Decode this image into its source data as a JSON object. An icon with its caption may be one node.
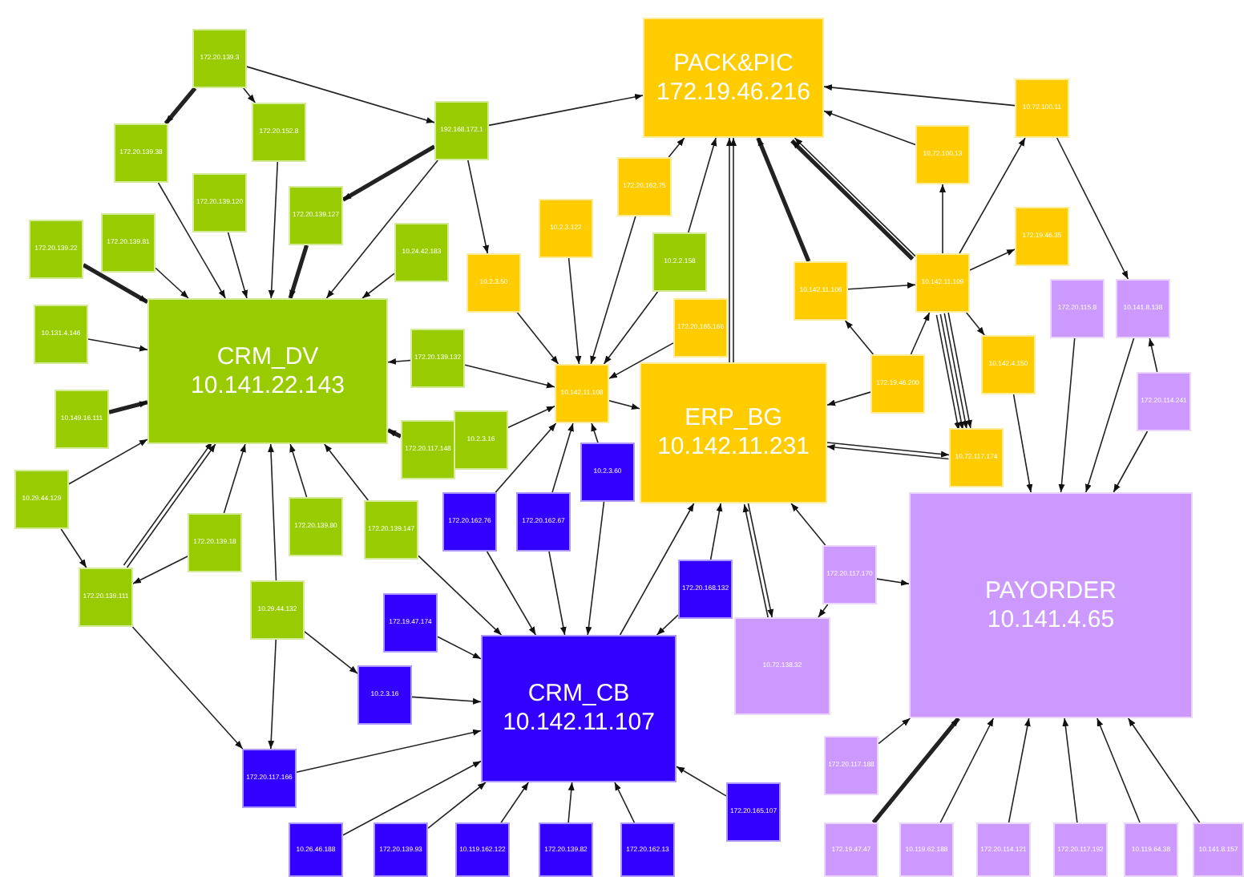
{
  "diagram": {
    "nodes": [
      {
        "text": [
          "PACK&PIC",
          "172.19.46.216"
        ]
      },
      {
        "text": [
          "172.20.139.3"
        ]
      },
      {
        "text": [
          "192.168.172.1"
        ]
      },
      {
        "text": [
          "172.20.152.8"
        ]
      },
      {
        "text": [
          "172.20.139.38"
        ]
      },
      {
        "text": [
          "10.72.100.11"
        ]
      },
      {
        "text": [
          "10.72.100.13"
        ]
      },
      {
        "text": [
          "172.20.162.75"
        ]
      },
      {
        "text": [
          "172.20.139.120"
        ]
      },
      {
        "text": [
          "172.20.139.127"
        ]
      },
      {
        "text": [
          "10.2.3.122"
        ]
      },
      {
        "text": [
          "172.20.139.22"
        ]
      },
      {
        "text": [
          "172.20.139.81"
        ]
      },
      {
        "text": [
          "10.24.42.183"
        ]
      },
      {
        "text": [
          "10.2.2.158"
        ]
      },
      {
        "text": [
          "172.19.46.35"
        ]
      },
      {
        "text": [
          "10.142.11.106"
        ]
      },
      {
        "text": [
          "10.142.11.109"
        ]
      },
      {
        "text": [
          "10.2.3.50"
        ]
      },
      {
        "text": [
          "172.20.115.8"
        ]
      },
      {
        "text": [
          "10.141.8.138"
        ]
      },
      {
        "text": [
          "CRM_DV",
          "10.141.22.143"
        ]
      },
      {
        "text": [
          "10.131.4.146"
        ]
      },
      {
        "text": [
          "172.20.165.166"
        ]
      },
      {
        "text": [
          "172.20.139.132"
        ]
      },
      {
        "text": [
          "10.142.4.150"
        ]
      },
      {
        "text": [
          "172.19.46.200"
        ]
      },
      {
        "text": [
          "10.142.11.108"
        ]
      },
      {
        "text": [
          "ERP_BG",
          "10.142.11.231"
        ]
      },
      {
        "text": [
          "172.20.114.241"
        ]
      },
      {
        "text": [
          "10.149.16.111"
        ]
      },
      {
        "text": [
          "10.2.3.16"
        ]
      },
      {
        "text": [
          "172.20.117.148"
        ]
      },
      {
        "text": [
          "10.72.117.174"
        ]
      },
      {
        "text": [
          "10.2.3.60"
        ]
      },
      {
        "text": [
          "10.29.44.129"
        ]
      },
      {
        "text": [
          "172.20.162.76"
        ]
      },
      {
        "text": [
          "172.20.162.67"
        ]
      },
      {
        "text": [
          "PAYORDER",
          "10.141.4.65"
        ]
      },
      {
        "text": [
          "172.20.139.80"
        ]
      },
      {
        "text": [
          "172.20.139.147"
        ]
      },
      {
        "text": [
          "172.20.139.18"
        ]
      },
      {
        "text": [
          "172.20.117.170"
        ]
      },
      {
        "text": [
          "172.20.168.132"
        ]
      },
      {
        "text": [
          "172.20.139.111"
        ]
      },
      {
        "text": [
          "10.29.44.132"
        ]
      },
      {
        "text": [
          "172.19.47.174"
        ]
      },
      {
        "text": [
          "10.72.138.32"
        ]
      },
      {
        "text": [
          "CRM_CB",
          "10.142.11.107"
        ]
      },
      {
        "text": [
          "10.2.3.16"
        ]
      },
      {
        "text": [
          "172.20.117.188"
        ]
      },
      {
        "text": [
          "172.20.117.166"
        ]
      },
      {
        "text": [
          "172.20.165.107"
        ]
      },
      {
        "text": [
          "10.26.46.188"
        ]
      },
      {
        "text": [
          "172.20.139.93"
        ]
      },
      {
        "text": [
          "10.119.162.122"
        ]
      },
      {
        "text": [
          "172.20.139.82"
        ]
      },
      {
        "text": [
          "172.20.162.13"
        ]
      },
      {
        "text": [
          "172.19.47.47"
        ]
      },
      {
        "text": [
          "10.119.62.188"
        ]
      },
      {
        "text": [
          "172.20.114.121"
        ]
      },
      {
        "text": [
          "172.20.117.192"
        ]
      },
      {
        "text": [
          "10.119.64.38"
        ]
      },
      {
        "text": [
          "10.141.8.157"
        ]
      }
    ],
    "edges": [
      {
        "from": 1,
        "to": 4,
        "arrow": "to",
        "style": "thick"
      },
      {
        "from": 1,
        "to": 3,
        "arrow": "to"
      },
      {
        "from": 1,
        "to": 2,
        "arrow": "to"
      },
      {
        "from": 2,
        "to": 9,
        "arrow": "to",
        "style": "thick"
      },
      {
        "from": 2,
        "to": 21,
        "arrow": "to"
      },
      {
        "from": 2,
        "to": 0,
        "arrow": "to"
      },
      {
        "from": 2,
        "to": 18,
        "arrow": "to"
      },
      {
        "from": 4,
        "to": 21,
        "arrow": "to"
      },
      {
        "from": 3,
        "to": 21,
        "arrow": "to"
      },
      {
        "from": 8,
        "to": 21,
        "arrow": "to"
      },
      {
        "from": 9,
        "to": 21,
        "arrow": "to",
        "style": "thick"
      },
      {
        "from": 11,
        "to": 21,
        "arrow": "to",
        "style": "thick"
      },
      {
        "from": 12,
        "to": 21,
        "arrow": "to"
      },
      {
        "from": 13,
        "to": 21,
        "arrow": "to"
      },
      {
        "from": 22,
        "to": 21,
        "arrow": "to"
      },
      {
        "from": 30,
        "to": 21,
        "arrow": "to",
        "style": "thick"
      },
      {
        "from": 24,
        "to": 21,
        "arrow": "to"
      },
      {
        "from": 32,
        "to": 21,
        "arrow": "to",
        "style": "thick"
      },
      {
        "from": 35,
        "to": 21,
        "arrow": "to"
      },
      {
        "from": 35,
        "to": 44,
        "arrow": "to"
      },
      {
        "from": 41,
        "to": 44,
        "arrow": "to"
      },
      {
        "from": 41,
        "to": 21,
        "arrow": "to"
      },
      {
        "from": 44,
        "to": 21,
        "arrow": "to"
      },
      {
        "from": 44,
        "to": 21,
        "arrow": "to"
      },
      {
        "from": 39,
        "to": 21,
        "arrow": "to"
      },
      {
        "from": 40,
        "to": 21,
        "arrow": "to"
      },
      {
        "from": 45,
        "to": 21,
        "arrow": "to"
      },
      {
        "from": 44,
        "to": 51,
        "arrow": "to"
      },
      {
        "from": 45,
        "to": 51,
        "arrow": "to"
      },
      {
        "from": 45,
        "to": 49,
        "arrow": "to"
      },
      {
        "from": 40,
        "to": 48,
        "arrow": "to"
      },
      {
        "from": 24,
        "to": 27,
        "arrow": "to"
      },
      {
        "from": 18,
        "to": 27,
        "arrow": "to"
      },
      {
        "from": 10,
        "to": 27,
        "arrow": "to"
      },
      {
        "from": 7,
        "to": 27,
        "arrow": "to"
      },
      {
        "from": 7,
        "to": 0,
        "arrow": "to"
      },
      {
        "from": 14,
        "to": 27,
        "arrow": "to"
      },
      {
        "from": 14,
        "to": 0,
        "arrow": "to"
      },
      {
        "from": 23,
        "to": 27,
        "arrow": "to"
      },
      {
        "from": 31,
        "to": 27,
        "arrow": "to"
      },
      {
        "from": 27,
        "to": 28,
        "arrow": "to"
      },
      {
        "from": 36,
        "to": 27,
        "arrow": "to"
      },
      {
        "from": 37,
        "to": 27,
        "arrow": "to"
      },
      {
        "from": 34,
        "to": 27,
        "arrow": "to"
      },
      {
        "from": 28,
        "to": 0,
        "arrow": "to"
      },
      {
        "from": 28,
        "to": 0,
        "arrow": "to"
      },
      {
        "from": 16,
        "to": 0,
        "arrow": "to",
        "style": "thick"
      },
      {
        "from": 16,
        "to": 17,
        "arrow": "to"
      },
      {
        "from": 17,
        "to": 0,
        "arrow": "to"
      },
      {
        "from": 17,
        "to": 0,
        "arrow": "to",
        "style": "thick"
      },
      {
        "from": 17,
        "to": 6,
        "arrow": "to"
      },
      {
        "from": 17,
        "to": 5,
        "arrow": "to"
      },
      {
        "from": 17,
        "to": 15,
        "arrow": "to"
      },
      {
        "from": 17,
        "to": 25,
        "arrow": "to"
      },
      {
        "from": 17,
        "to": 33,
        "arrow": "to"
      },
      {
        "from": 17,
        "to": 33,
        "arrow": "to"
      },
      {
        "from": 17,
        "to": 33,
        "arrow": "to"
      },
      {
        "from": 17,
        "to": 33,
        "arrow": "to"
      },
      {
        "from": 6,
        "to": 0,
        "arrow": "to"
      },
      {
        "from": 5,
        "to": 0,
        "arrow": "to"
      },
      {
        "from": 5,
        "to": 20,
        "arrow": "to"
      },
      {
        "from": 26,
        "to": 16,
        "arrow": "to"
      },
      {
        "from": 26,
        "to": 17,
        "arrow": "to"
      },
      {
        "from": 26,
        "to": 28,
        "arrow": "to"
      },
      {
        "from": 28,
        "to": 33,
        "arrow": "to"
      },
      {
        "from": 33,
        "to": 28,
        "arrow": "to"
      },
      {
        "from": 25,
        "to": 38,
        "arrow": "to"
      },
      {
        "from": 19,
        "to": 38,
        "arrow": "to"
      },
      {
        "from": 20,
        "to": 38,
        "arrow": "to"
      },
      {
        "from": 29,
        "to": 20,
        "arrow": "to"
      },
      {
        "from": 29,
        "to": 38,
        "arrow": "to"
      },
      {
        "from": 36,
        "to": 48,
        "arrow": "to"
      },
      {
        "from": 37,
        "to": 48,
        "arrow": "to"
      },
      {
        "from": 34,
        "to": 48,
        "arrow": "to"
      },
      {
        "from": 48,
        "to": 28,
        "arrow": "to"
      },
      {
        "from": 43,
        "to": 28,
        "arrow": "to"
      },
      {
        "from": 43,
        "to": 48,
        "arrow": "to"
      },
      {
        "from": 28,
        "to": 47,
        "arrow": "to"
      },
      {
        "from": 47,
        "to": 28,
        "arrow": "to"
      },
      {
        "from": 42,
        "to": 28,
        "arrow": "to"
      },
      {
        "from": 42,
        "to": 38,
        "arrow": "to"
      },
      {
        "from": 42,
        "to": 47,
        "arrow": "to"
      },
      {
        "from": 46,
        "to": 48,
        "arrow": "to"
      },
      {
        "from": 49,
        "to": 48,
        "arrow": "to"
      },
      {
        "from": 51,
        "to": 48,
        "arrow": "to"
      },
      {
        "from": 52,
        "to": 48,
        "arrow": "to"
      },
      {
        "from": 53,
        "to": 48,
        "arrow": "to"
      },
      {
        "from": 54,
        "to": 48,
        "arrow": "to"
      },
      {
        "from": 55,
        "to": 48,
        "arrow": "to"
      },
      {
        "from": 56,
        "to": 48,
        "arrow": "to"
      },
      {
        "from": 57,
        "to": 48,
        "arrow": "to"
      },
      {
        "from": 50,
        "to": 38,
        "arrow": "to"
      },
      {
        "from": 58,
        "to": 38,
        "arrow": "to",
        "style": "thick"
      },
      {
        "from": 59,
        "to": 38,
        "arrow": "to"
      },
      {
        "from": 60,
        "to": 38,
        "arrow": "to"
      },
      {
        "from": 61,
        "to": 38,
        "arrow": "to"
      },
      {
        "from": 62,
        "to": 38,
        "arrow": "to"
      },
      {
        "from": 63,
        "to": 38,
        "arrow": "to"
      }
    ]
  }
}
